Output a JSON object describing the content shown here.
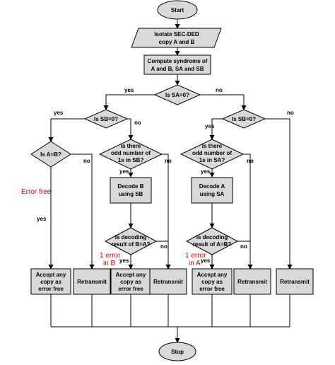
{
  "nodes": {
    "start": "Start",
    "isolate": [
      "Isolate SEC-DED",
      "copy A and B"
    ],
    "compute": [
      "Compute syndrome of",
      "A and B, SA and SB"
    ],
    "is_sa": "Is SA=0?",
    "is_sb_left": "Is SB=0?",
    "is_sb_right": "Is SB=0?",
    "is_ab": "Is A=B?",
    "odd_b": [
      "Is there",
      "odd number of",
      "1s in SB?"
    ],
    "odd_a": [
      "Is there",
      "odd number of",
      "1s in SA?"
    ],
    "decode_b": [
      "Decode B",
      "using SB"
    ],
    "decode_a": [
      "Decode A",
      "using SA"
    ],
    "check_b": [
      "Is decoding",
      "result of B=A?"
    ],
    "check_a": [
      "Is decoding",
      "result of A=B?"
    ],
    "accept1": [
      "Accept any",
      "copy as",
      "error free"
    ],
    "retransmit1": "Retransmit",
    "accept2": [
      "Accept any",
      "copy as",
      "error free"
    ],
    "retransmit2": "Retransmit",
    "accept3": [
      "Accept any",
      "copy as",
      "error free"
    ],
    "retransmit3": "Retransmit",
    "retransmit4": "Retransmit",
    "stop": "Stop"
  },
  "labels": {
    "yes": "yes",
    "no": "no"
  },
  "annotations": {
    "error_free": "Error free",
    "one_error_b": [
      "1 error",
      "in B"
    ],
    "one_error_a": [
      "1 error",
      "in A"
    ]
  },
  "colors": {
    "box_fill": "#d9d9d9",
    "annotation": "#e00000"
  }
}
